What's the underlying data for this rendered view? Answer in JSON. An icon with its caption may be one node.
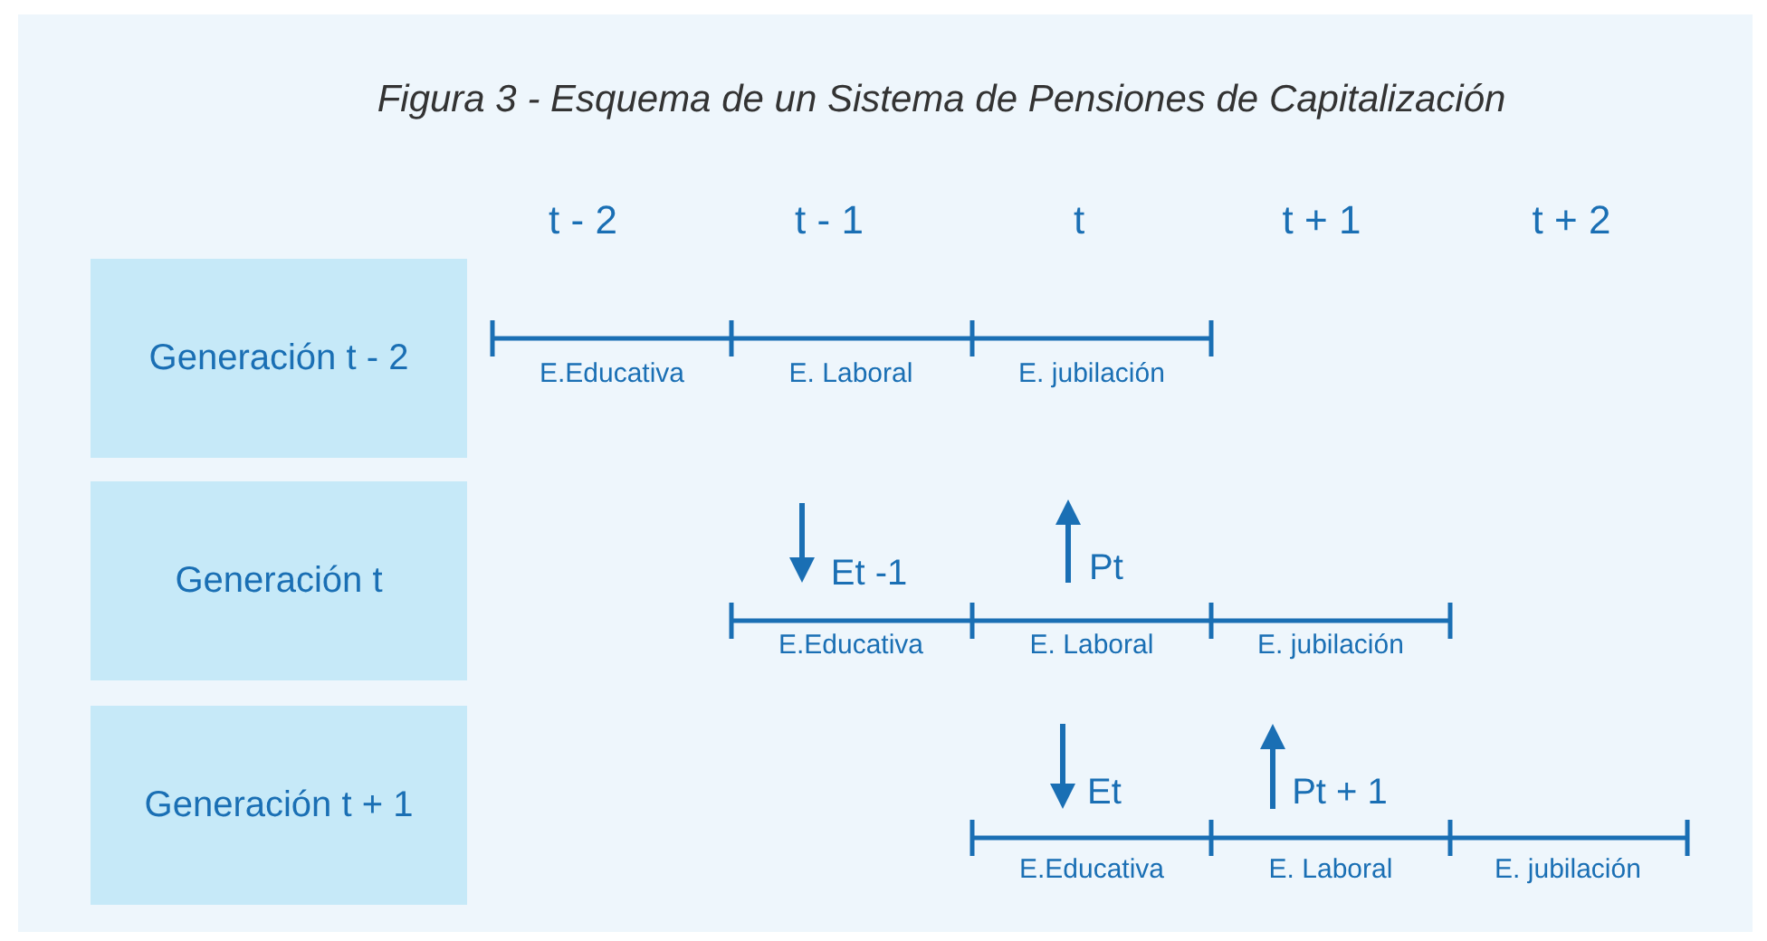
{
  "diagram": {
    "title": "Figura 3 - Esquema de un Sistema de Pensiones de Capitalización",
    "nodes": [
      {
        "text": [
          "Generación t - 2"
        ]
      },
      {
        "text": [
          "Generación t"
        ]
      },
      {
        "text": [
          "Generación t + 1"
        ]
      }
    ],
    "labels": [
      "t - 2",
      "t - 1",
      "t",
      "t + 1",
      "t + 2",
      "E.Educativa",
      "E. Laboral",
      "E. jubilación",
      "Et -1",
      "Pt",
      "E.Educativa",
      "E. Laboral",
      "E. jubilación",
      "Et",
      "Pt + 1",
      "E.Educativa",
      "E. Laboral",
      "E. jubilación"
    ]
  }
}
